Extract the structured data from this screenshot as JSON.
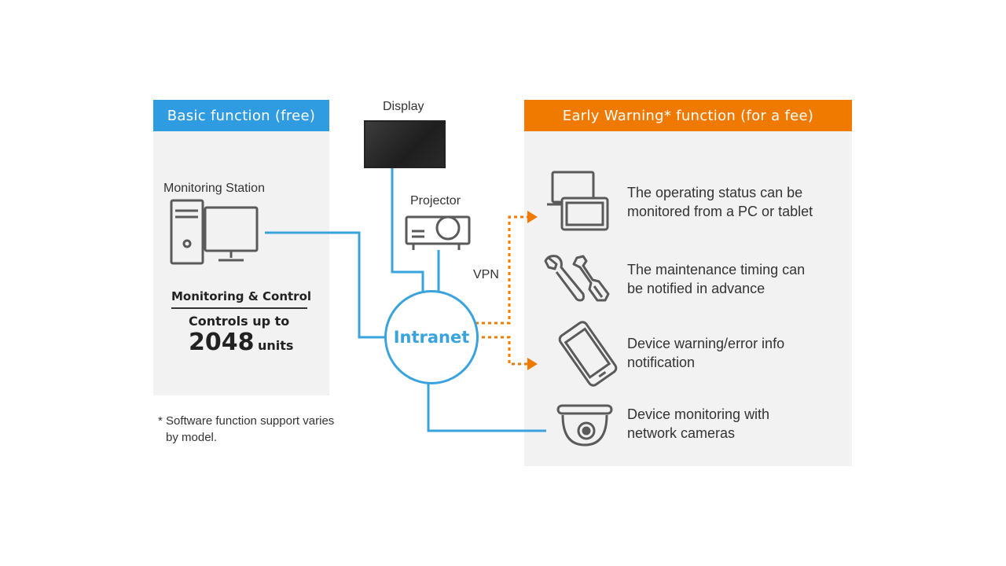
{
  "basic": {
    "header": "Basic function (free)",
    "station_label": "Monitoring Station",
    "mc_label": "Monitoring & Control",
    "controls_label": "Controls up to",
    "units_number": "2048",
    "units_label": "units"
  },
  "center": {
    "display_label": "Display",
    "projector_label": "Projector",
    "vpn_label": "VPN",
    "intranet_label": "Intranet"
  },
  "early": {
    "header": "Early Warning* function (for a fee)",
    "items": [
      {
        "icon": "pc-tablet-icon",
        "line1": "The operating status can be",
        "line2": "monitored from a PC or tablet"
      },
      {
        "icon": "tools-icon",
        "line1": "The maintenance timing can",
        "line2": "be notified in advance"
      },
      {
        "icon": "smartphone-icon",
        "line1": "Device warning/error info",
        "line2": "notification"
      },
      {
        "icon": "dome-camera-icon",
        "line1": "Device monitoring with",
        "line2": "network cameras"
      }
    ]
  },
  "footnote": {
    "line1": "* Software function support varies",
    "line2": "by model."
  },
  "colors": {
    "basic_header": "#2f9be0",
    "early_header": "#f07a00",
    "panel_bg": "#f2f2f2",
    "network_line": "#3aa3de",
    "vpn_line": "#f07a00",
    "icon_stroke": "#5a5a5a"
  }
}
